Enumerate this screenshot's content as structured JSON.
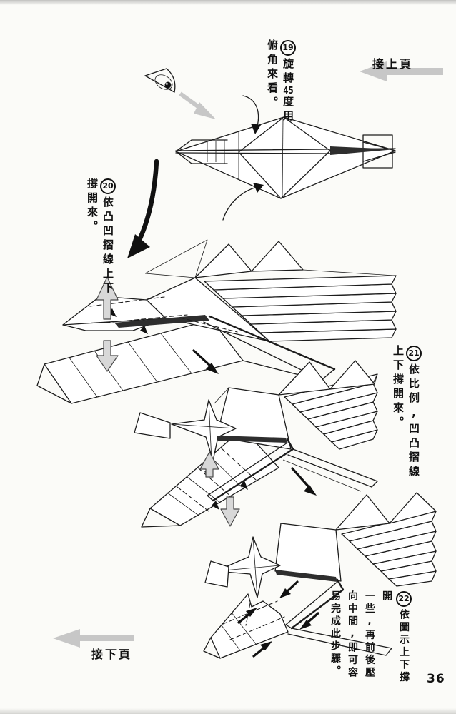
{
  "page": {
    "number": "36",
    "paper_color": "#fbfbf8"
  },
  "nav": {
    "prev_label": "接上頁",
    "next_label": "接下頁"
  },
  "steps": {
    "s19": {
      "num": "19",
      "line1a": "旋轉",
      "line1num": "45",
      "line1b": "度用",
      "line2": "俯角來看。",
      "full": "旋轉45度用俯角來看。"
    },
    "s20": {
      "num": "20",
      "line1": "依凸凹摺線上下",
      "line2": "撐開來。",
      "full": "依凸凹摺線上下撐開來。"
    },
    "s21": {
      "num": "21",
      "line1": "依比例,凹凸摺線",
      "line2": "上下撐開來。",
      "full": "依比例,凹凸摺線上下撐開來。"
    },
    "s22": {
      "num": "22",
      "line1": "依圖示上下撐開",
      "line2": "一些,再前後壓",
      "line3": "向中間,即可容",
      "line4": "易完成此步驟。",
      "full": "依圖示上下撐開一些,再前後壓向中間,即可容易完成此步驟。"
    }
  },
  "icons": {
    "eye_view_icon": "cone-with-eye",
    "prev_page_arrow_icon": "gray-arrow-left",
    "next_page_arrow_icon": "gray-arrow-left",
    "rotation_arrow_icon": "curved-rotation-arrow",
    "step_pointer_arrow_icon": "thick-curved-black-arrow",
    "spread_up_arrow_icon": "hollow-arrow-up",
    "spread_down_arrow_icon": "hollow-arrow-down",
    "press_arrow_icon": "solid-black-arrow",
    "next_step_arrow_icon": "short-black-arrow"
  },
  "colors": {
    "ink": "#1c1c1c",
    "nav_arrow": "#c7c7c7",
    "hollow_arrow_fill": "#d8d8d8",
    "dark_fold": "#2e2e2e",
    "text": "#111111"
  }
}
